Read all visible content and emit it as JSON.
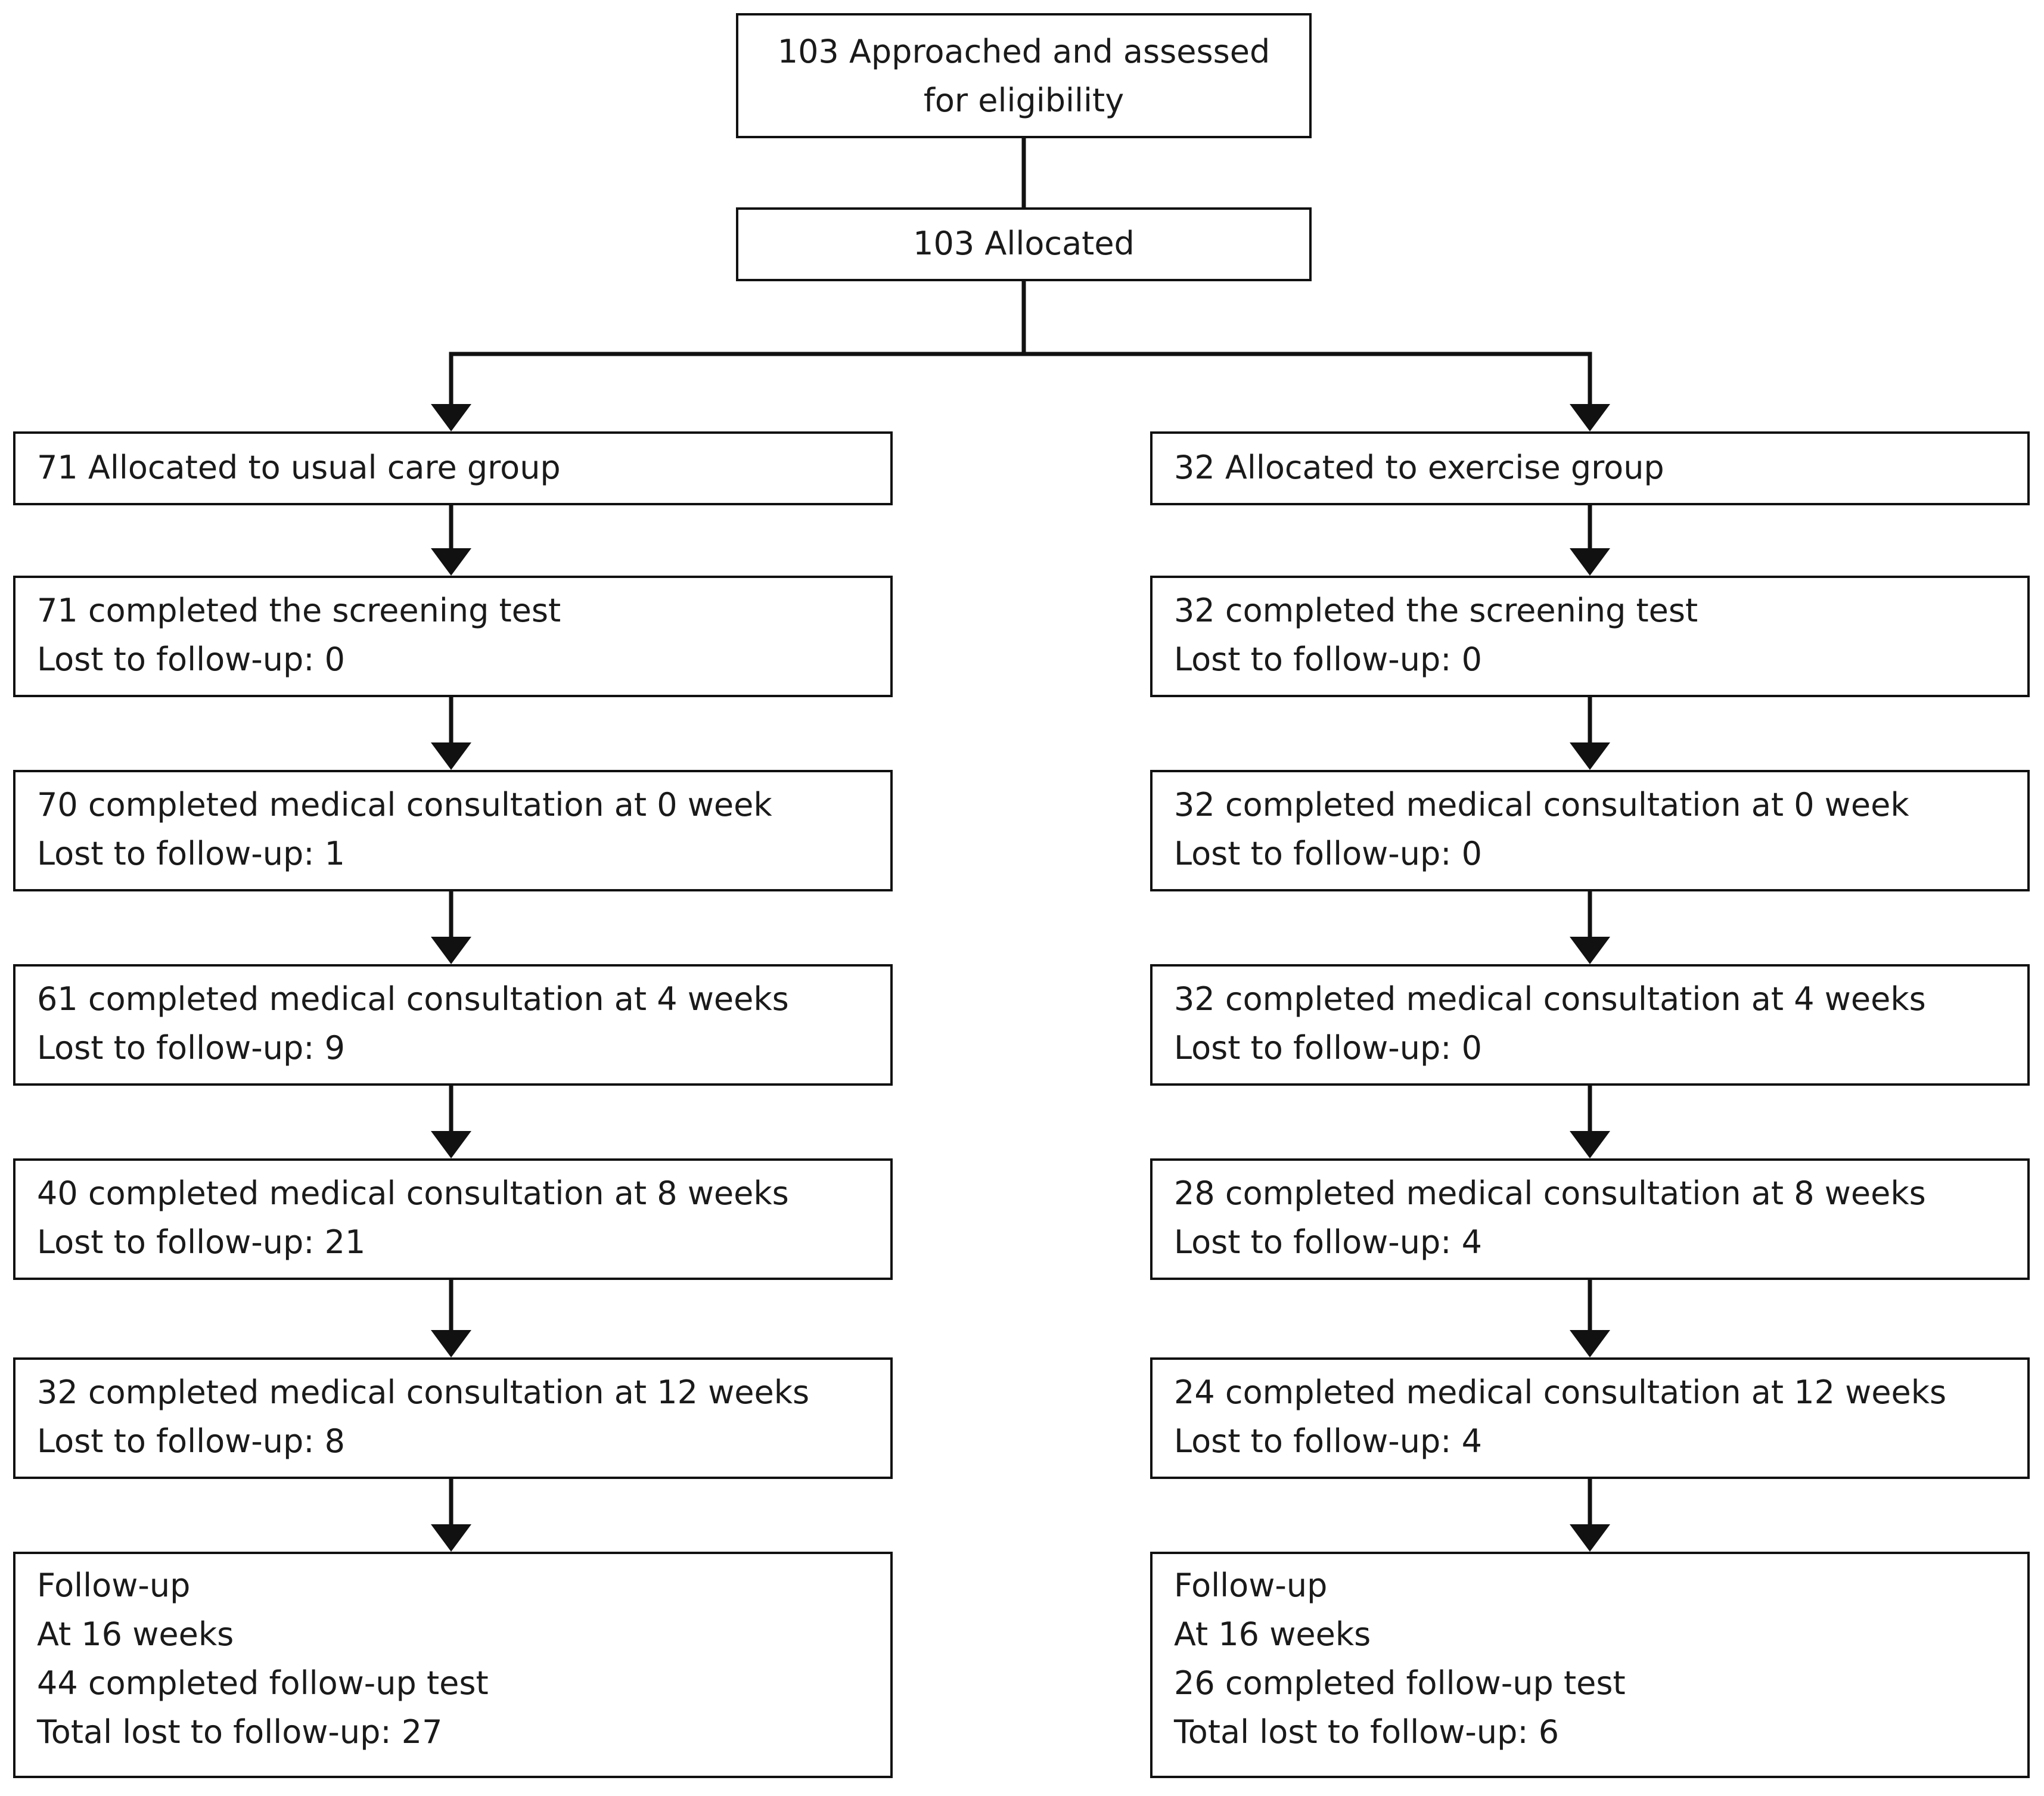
{
  "top": {
    "approached": {
      "lines": [
        "103 Approached and assessed",
        "for eligibility"
      ]
    },
    "allocated": {
      "lines": [
        "103 Allocated"
      ]
    }
  },
  "left_column": [
    {
      "lines": [
        "71 Allocated to usual care group"
      ]
    },
    {
      "lines": [
        "71 completed the screening test",
        "Lost to follow-up: 0"
      ]
    },
    {
      "lines": [
        "70 completed medical consultation at 0 week",
        "Lost to follow-up: 1"
      ]
    },
    {
      "lines": [
        "61 completed medical consultation at 4 weeks",
        "Lost to follow-up: 9"
      ]
    },
    {
      "lines": [
        "40 completed medical consultation at 8 weeks",
        "Lost to follow-up: 21"
      ]
    },
    {
      "lines": [
        "32 completed medical consultation at 12 weeks",
        "Lost to follow-up: 8"
      ]
    },
    {
      "lines": [
        "Follow-up",
        "At 16 weeks",
        "44 completed follow-up test",
        "Total lost to follow-up: 27"
      ]
    }
  ],
  "right_column": [
    {
      "lines": [
        "32 Allocated to exercise group"
      ]
    },
    {
      "lines": [
        "32 completed the screening test",
        "Lost to follow-up: 0"
      ]
    },
    {
      "lines": [
        "32 completed medical consultation at 0 week",
        "Lost to follow-up: 0"
      ]
    },
    {
      "lines": [
        "32 completed medical consultation at 4 weeks",
        "Lost to follow-up: 0"
      ]
    },
    {
      "lines": [
        "28 completed medical consultation at 8 weeks",
        "Lost to follow-up: 4"
      ]
    },
    {
      "lines": [
        "24 completed medical consultation at 12 weeks",
        "Lost to follow-up: 4"
      ]
    },
    {
      "lines": [
        "Follow-up",
        "At 16 weeks",
        "26 completed follow-up test",
        "Total lost to follow-up: 6"
      ]
    }
  ]
}
